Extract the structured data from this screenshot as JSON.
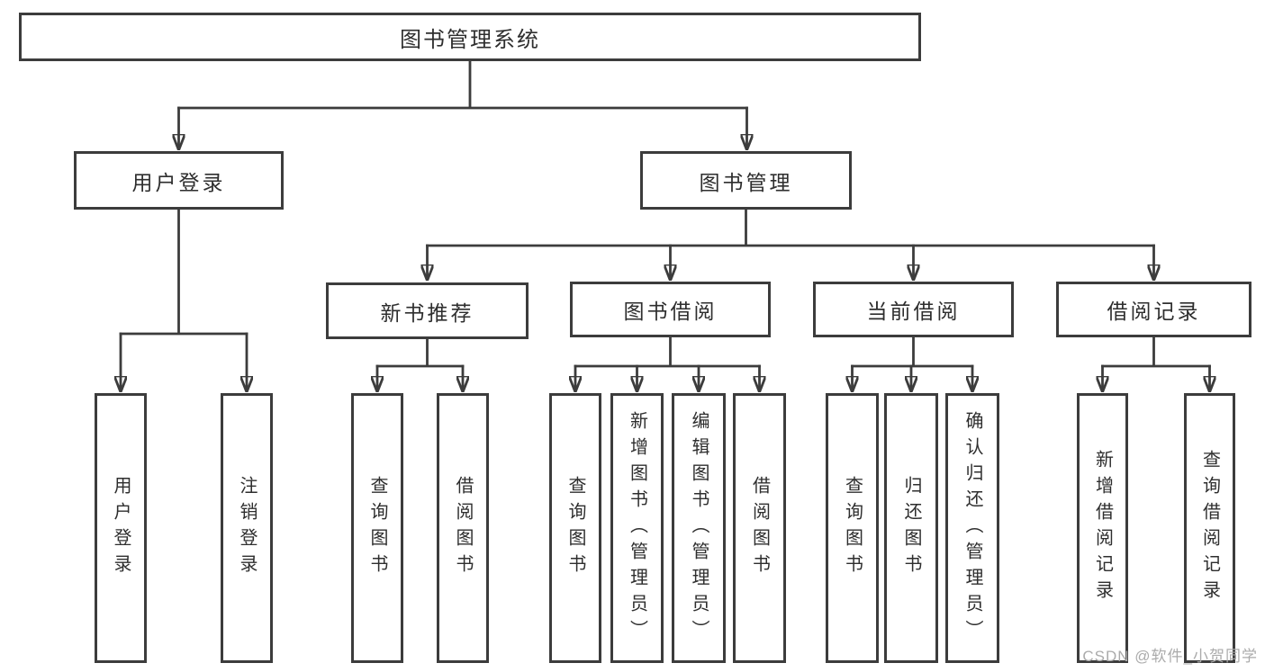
{
  "tree": {
    "label": "图书管理系统",
    "children": [
      {
        "label": "用户登录",
        "children": [
          {
            "label": "用户登录"
          },
          {
            "label": "注销登录"
          }
        ]
      },
      {
        "label": "图书管理",
        "children": [
          {
            "label": "新书推荐",
            "children": [
              {
                "label": "查询图书"
              },
              {
                "label": "借阅图书"
              }
            ]
          },
          {
            "label": "图书借阅",
            "children": [
              {
                "label": "查询图书"
              },
              {
                "label": "新增图书（管理员）"
              },
              {
                "label": "编辑图书（管理员）"
              },
              {
                "label": "借阅图书"
              }
            ]
          },
          {
            "label": "当前借阅",
            "children": [
              {
                "label": "查询图书"
              },
              {
                "label": "归还图书"
              },
              {
                "label": "确认归还（管理员）"
              }
            ]
          },
          {
            "label": "借阅记录",
            "children": [
              {
                "label": "新增借阅记录"
              },
              {
                "label": "查询借阅记录"
              }
            ]
          }
        ]
      }
    ]
  },
  "watermark": {
    "text": "CSDN @软件_小贺同学"
  },
  "colors": {
    "line": "#3c3c3c",
    "text": "#2e2e2e",
    "watermark": "#ababab",
    "background": "#ffffff"
  }
}
